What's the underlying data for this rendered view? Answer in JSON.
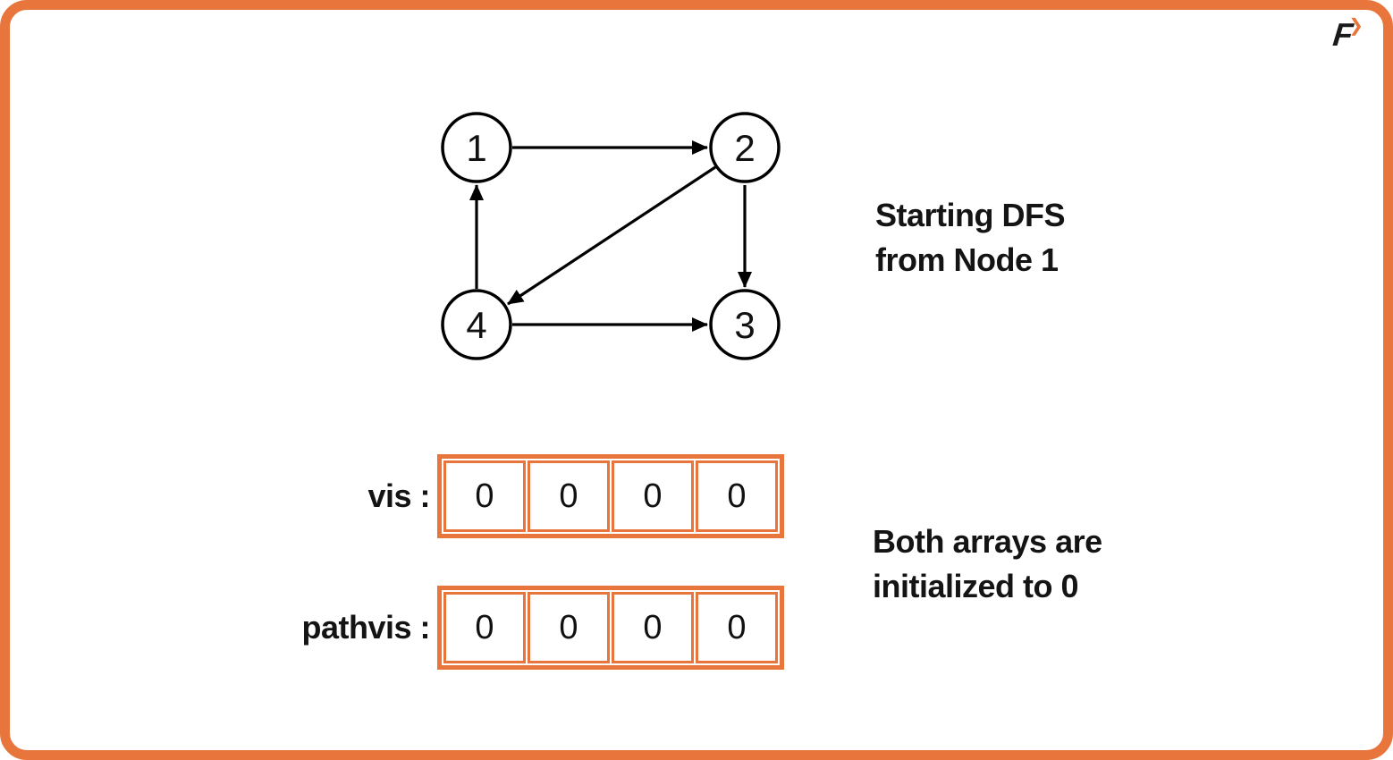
{
  "logo": {
    "letter": "F",
    "chevron": "❯"
  },
  "graph": {
    "nodes": [
      {
        "id": 1,
        "label": "1"
      },
      {
        "id": 2,
        "label": "2"
      },
      {
        "id": 3,
        "label": "3"
      },
      {
        "id": 4,
        "label": "4"
      }
    ],
    "edges": [
      {
        "from": 1,
        "to": 2
      },
      {
        "from": 4,
        "to": 1
      },
      {
        "from": 2,
        "to": 4
      },
      {
        "from": 2,
        "to": 3
      },
      {
        "from": 4,
        "to": 3
      }
    ]
  },
  "captions": {
    "dfs": "Starting DFS\nfrom Node 1",
    "init": "Both arrays are\ninitialized to 0"
  },
  "arrays": {
    "vis": {
      "label": "vis :",
      "values": [
        "0",
        "0",
        "0",
        "0"
      ]
    },
    "pathvis": {
      "label": "pathvis :",
      "values": [
        "0",
        "0",
        "0",
        "0"
      ]
    }
  },
  "colors": {
    "accent_orange": "#E8763C",
    "text_black": "#141414"
  }
}
